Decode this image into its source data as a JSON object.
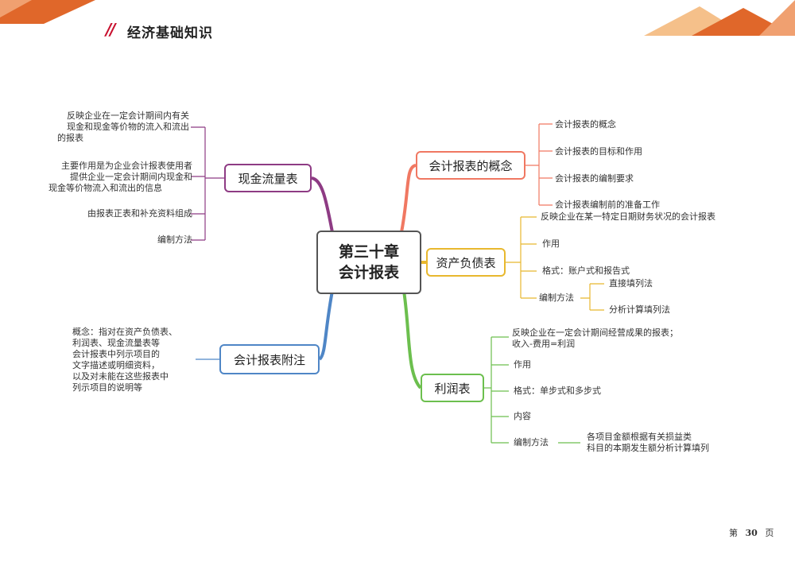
{
  "header": {
    "title": "经济基础知识",
    "slashes": "//"
  },
  "center": {
    "line1": "第三十章",
    "line2": "会计报表"
  },
  "branches": {
    "concept": {
      "label": "会计报表的概念",
      "items": [
        "会计报表的概念",
        "会计报表的目标和作用",
        "会计报表的编制要求",
        "会计报表编制前的准备工作"
      ]
    },
    "balance": {
      "label": "资产负债表",
      "items": [
        "反映企业在某一特定日期财务状况的会计报表",
        "作用",
        "格式：账户式和报告式",
        "编制方法"
      ],
      "methods": [
        "直接填列法",
        "分析计算填列法"
      ]
    },
    "income": {
      "label": "利润表",
      "item1_line1": "反映企业在一定会计期间经营成果的报表；",
      "item1_line2": "收入-费用=利润",
      "items": [
        "作用",
        "格式：单步式和多步式",
        "内容",
        "编制方法"
      ],
      "method_line1": "各项目金额根据有关损益类",
      "method_line2": "科目的本期发生额分析计算填列"
    },
    "cash": {
      "label": "现金流量表",
      "item1": [
        "反映企业在一定会计期间内有关",
        "现金和现金等价物的流入和流出",
        "的报表"
      ],
      "item2": [
        "主要作用是为企业会计报表使用者",
        "提供企业一定会计期间内现金和",
        "现金等价物流入和流出的信息"
      ],
      "item3": "由报表正表和补充资料组成",
      "item4": "编制方法"
    },
    "notes": {
      "label": "会计报表附注",
      "desc": [
        "概念：指对在资产负债表、",
        "利润表、现金流量表等",
        "会计报表中列示项目的",
        "文字描述或明细资料，",
        "以及对未能在这些报表中",
        "列示项目的说明等"
      ]
    }
  },
  "footer": {
    "page_prefix": "第",
    "page_number": "30",
    "page_suffix": "页"
  },
  "colors": {
    "concept": "#f07862",
    "balance": "#e8b82e",
    "income": "#6cbf4e",
    "cash": "#8e3b84",
    "notes": "#4f86c6",
    "header_accent": "#e0672a"
  }
}
